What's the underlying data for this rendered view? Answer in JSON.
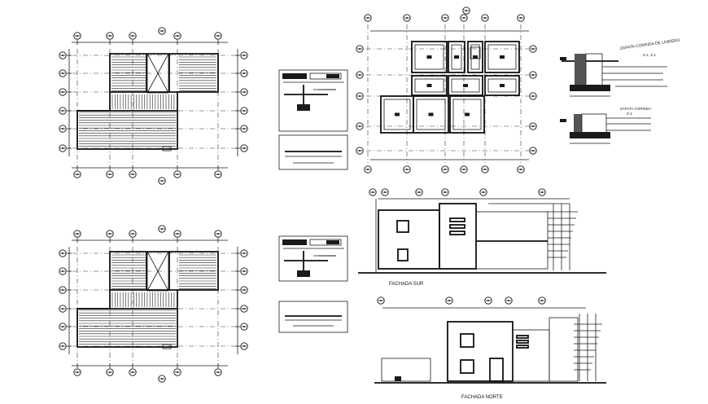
{
  "labels": {
    "facade_south": "FACHADA SUR",
    "facade_north": "FACHADA NORTE",
    "footing_title": "ZAPATA CORRIDA DE LINDERO",
    "footing_subtitle": "Z-1, Z-1",
    "footing2_title": "ZAPATA CORRIDA",
    "footing2_subtitle": "Z-2"
  },
  "colors": {
    "line": "#111111",
    "background": "#ffffff"
  }
}
